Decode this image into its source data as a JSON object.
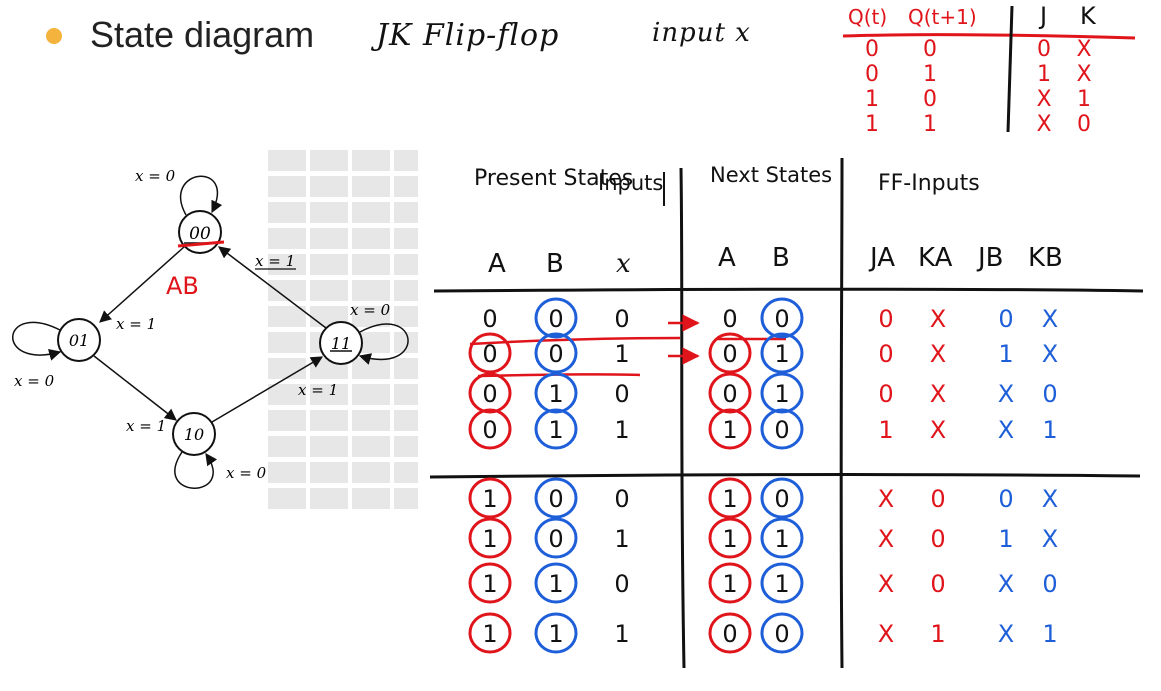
{
  "slide": {
    "bullet": "State diagram",
    "note_ff": "JK Flip-flop",
    "note_input": "input x"
  },
  "excitation_table": {
    "headers": [
      "Q(t)",
      "Q(t+1)",
      "J",
      "K"
    ],
    "rows": [
      [
        "0",
        "0",
        "0",
        "X"
      ],
      [
        "0",
        "1",
        "1",
        "X"
      ],
      [
        "1",
        "0",
        "X",
        "1"
      ],
      [
        "1",
        "1",
        "X",
        "0"
      ]
    ]
  },
  "state_diagram": {
    "states": [
      "00",
      "01",
      "11",
      "10"
    ],
    "annotation": "AB",
    "transitions": [
      {
        "from": "00",
        "to": "00",
        "label": "x = 0"
      },
      {
        "from": "00",
        "to": "01",
        "label": "x = 1"
      },
      {
        "from": "01",
        "to": "01",
        "label": "x = 0"
      },
      {
        "from": "01",
        "to": "10",
        "label": "x = 1"
      },
      {
        "from": "10",
        "to": "10",
        "label": "x = 0"
      },
      {
        "from": "10",
        "to": "11",
        "label": "x = 1"
      },
      {
        "from": "11",
        "to": "11",
        "label": "x = 0"
      },
      {
        "from": "11",
        "to": "00",
        "label": "x = 1"
      }
    ]
  },
  "state_table": {
    "group_present": "Present States",
    "group_input": "Inputs",
    "group_next": "Next States",
    "group_ff": "FF-Inputs",
    "col_A": "A",
    "col_B": "B",
    "col_x": "x",
    "col_nA": "A",
    "col_nB": "B",
    "col_JA": "JA",
    "col_KA": "KA",
    "col_JB": "JB",
    "col_KB": "KB",
    "rows": [
      {
        "A": "0",
        "B": "0",
        "x": "0",
        "nA": "0",
        "nB": "0",
        "JA": "0",
        "KA": "X",
        "JB": "0",
        "KB": "X"
      },
      {
        "A": "0",
        "B": "0",
        "x": "1",
        "nA": "0",
        "nB": "1",
        "JA": "0",
        "KA": "X",
        "JB": "1",
        "KB": "X"
      },
      {
        "A": "0",
        "B": "1",
        "x": "0",
        "nA": "0",
        "nB": "1",
        "JA": "0",
        "KA": "X",
        "JB": "X",
        "KB": "0"
      },
      {
        "A": "0",
        "B": "1",
        "x": "1",
        "nA": "1",
        "nB": "0",
        "JA": "1",
        "KA": "X",
        "JB": "X",
        "KB": "1"
      },
      {
        "A": "1",
        "B": "0",
        "x": "0",
        "nA": "1",
        "nB": "0",
        "JA": "X",
        "KA": "0",
        "JB": "0",
        "KB": "X"
      },
      {
        "A": "1",
        "B": "0",
        "x": "1",
        "nA": "1",
        "nB": "1",
        "JA": "X",
        "KA": "0",
        "JB": "1",
        "KB": "X"
      },
      {
        "A": "1",
        "B": "1",
        "x": "0",
        "nA": "1",
        "nB": "1",
        "JA": "X",
        "KA": "0",
        "JB": "X",
        "KB": "0"
      },
      {
        "A": "1",
        "B": "1",
        "x": "1",
        "nA": "0",
        "nB": "0",
        "JA": "X",
        "KA": "1",
        "JB": "X",
        "KB": "1"
      }
    ]
  },
  "colors": {
    "red": "#e0141b",
    "blue": "#1e5fd9",
    "ink": "#111111",
    "bullet": "#f3b33d"
  }
}
